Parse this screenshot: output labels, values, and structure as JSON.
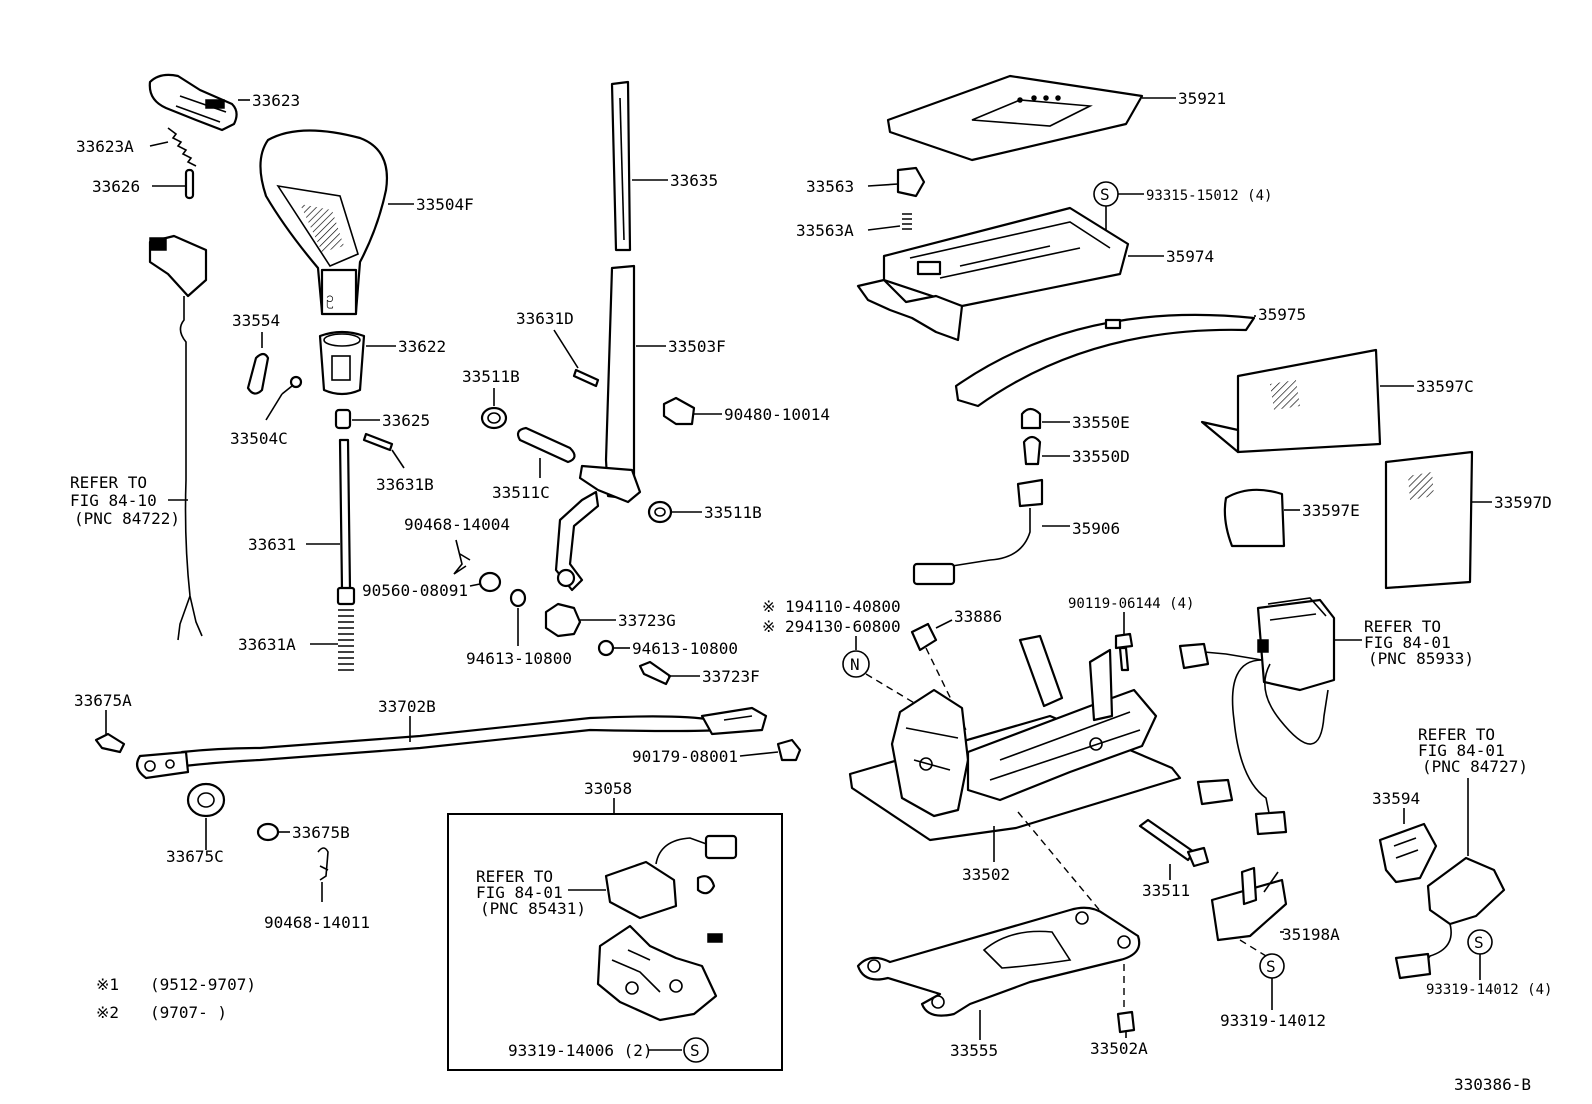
{
  "diagram_id": "330386-B",
  "legend": [
    {
      "mark": "※1",
      "range": "(9512-9707)"
    },
    {
      "mark": "※2",
      "range": "(9707-       )"
    }
  ],
  "labels": {
    "p33623": "33623",
    "p33623A": "33623A",
    "p33626": "33626",
    "p33504F": "33504F",
    "p33554": "33554",
    "p33622": "33622",
    "p33504C": "33504C",
    "p33625": "33625",
    "p33631B": "33631B",
    "p33631": "33631",
    "p33631A": "33631A",
    "refer_8410_a": "REFER TO",
    "refer_8410_b": "FIG 84-10",
    "refer_8410_c": "(PNC 84722)",
    "p33635": "33635",
    "p33503F": "33503F",
    "p33631D": "33631D",
    "p33511B_a": "33511B",
    "p33511B_b": "33511B",
    "p33511C": "33511C",
    "p90480": "90480-10014",
    "p90468_14004": "90468-14004",
    "p90560": "90560-08091",
    "p94613_a": "94613-10800",
    "p94613_b": "94613-10800",
    "p33723G": "33723G",
    "p33723F": "33723F",
    "p33675A": "33675A",
    "p33702B": "33702B",
    "p90179": "90179-08001",
    "p33675C": "33675C",
    "p33675B": "33675B",
    "p90468_14011": "90468-14011",
    "p33058": "33058",
    "refer_85431_a": "REFER TO",
    "refer_85431_b": "FIG 84-01",
    "refer_85431_c": "(PNC 85431)",
    "p93319_14006": "93319-14006 (2)",
    "p35921": "35921",
    "p33563": "33563",
    "p33563A": "33563A",
    "p93315": "93315-15012 (4)",
    "p35974": "35974",
    "p35975": "35975",
    "p33597C": "33597C",
    "p33550E": "33550E",
    "p33550D": "33550D",
    "p35906": "35906",
    "p33597E": "33597E",
    "p33597D": "33597D",
    "p194110": "※ 194110-40800",
    "p294130": "※ 294130-60800",
    "p33886": "33886",
    "p90119": "90119-06144 (4)",
    "refer_85933_a": "REFER TO",
    "refer_85933_b": "FIG 84-01",
    "refer_85933_c": "(PNC 85933)",
    "refer_84727_a": "REFER TO",
    "refer_84727_b": "FIG 84-01",
    "refer_84727_c": "(PNC 84727)",
    "p33594": "33594",
    "p33502": "33502",
    "p33511": "33511",
    "p35198A": "35198A",
    "p93319_14012_a": "93319-14012",
    "p93319_14012_b": "93319-14012 (4)",
    "p33555": "33555",
    "p33502A": "33502A"
  },
  "callout_symbols": {
    "screw": "S",
    "nut": "N"
  }
}
